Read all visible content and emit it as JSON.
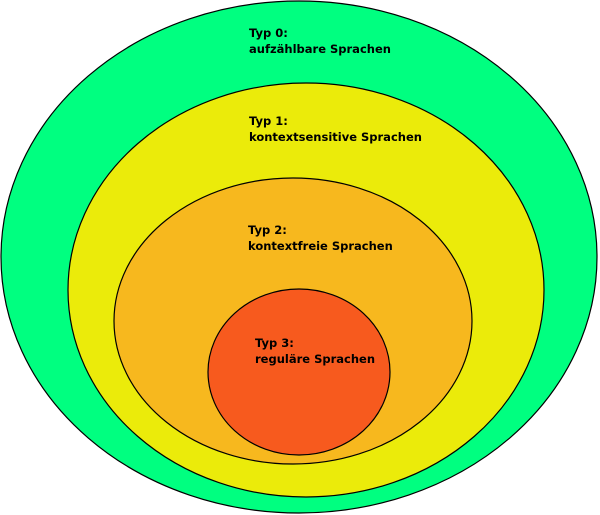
{
  "levels": [
    {
      "type": "Typ 0:",
      "name": "aufzählbare Sprachen",
      "color": "#00FF80"
    },
    {
      "type": "Typ 1:",
      "name": "kontextsensitive Sprachen",
      "color": "#EBEB0A"
    },
    {
      "type": "Typ 2:",
      "name": "kontextfreie Sprachen",
      "color": "#F7B81E"
    },
    {
      "type": "Typ 3:",
      "name": "reguläre Sprachen",
      "color": "#F75A1E"
    }
  ]
}
